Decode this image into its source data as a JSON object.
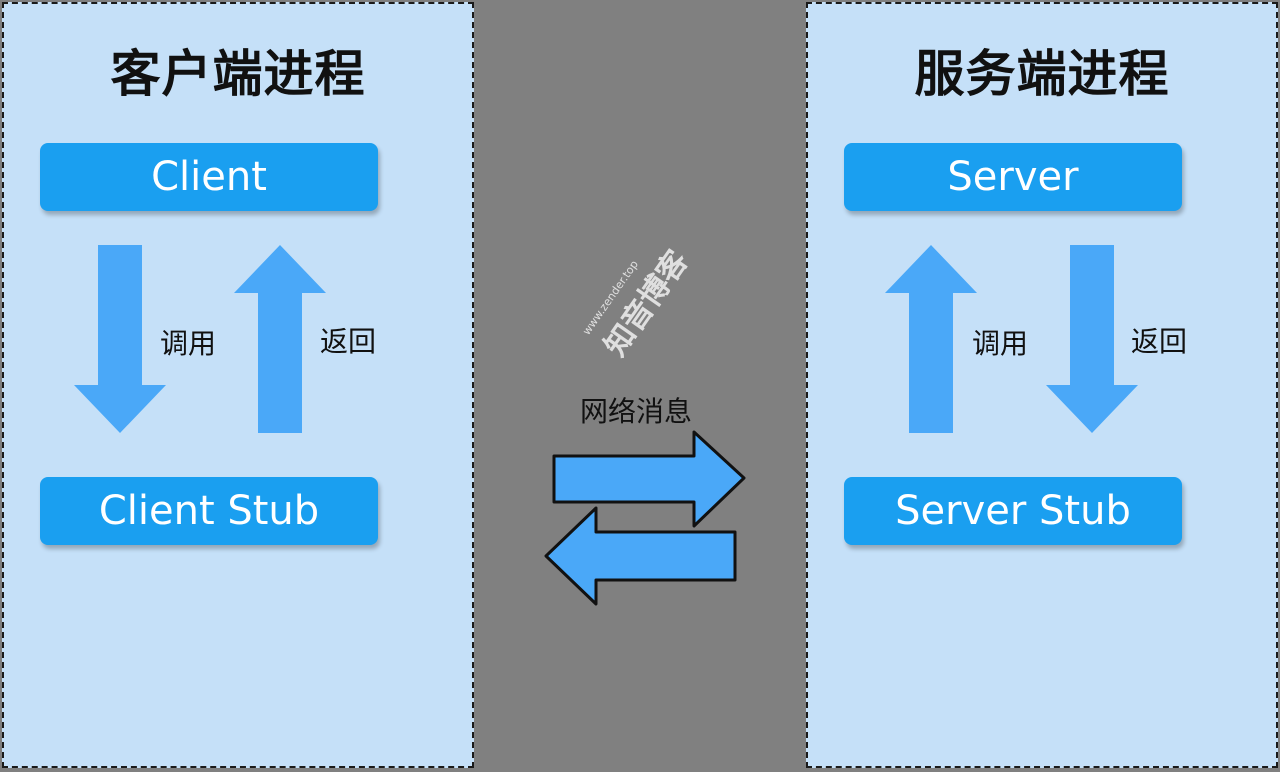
{
  "client_panel": {
    "title": "客户端进程",
    "top_box": "Client",
    "bottom_box": "Client Stub",
    "down_label": "调用",
    "up_label": "返回"
  },
  "server_panel": {
    "title": "服务端进程",
    "top_box": "Server",
    "bottom_box": "Server Stub",
    "up_label": "调用",
    "down_label": "返回"
  },
  "network": {
    "label": "网络消息"
  },
  "watermark": {
    "url": "www.zender.top",
    "name": "知音博客"
  },
  "colors": {
    "background": "#808080",
    "panel": "#c5e0f8",
    "box": "#1a9ff0",
    "arrow": "#4aa8f8"
  }
}
